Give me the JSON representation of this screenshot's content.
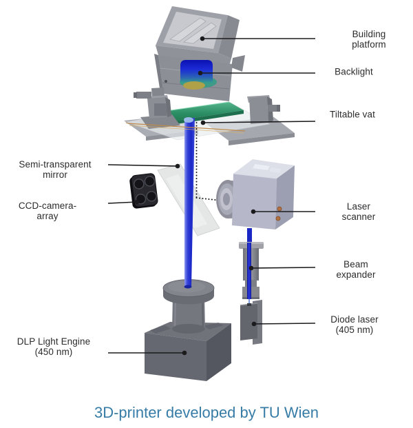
{
  "diagram": {
    "caption": "3D-printer developed by TU Wien",
    "labels": {
      "building_platform": {
        "text": "Building platform",
        "side": "right"
      },
      "backlight": {
        "text": "Backlight",
        "side": "right"
      },
      "tiltable_vat": {
        "text": "Tiltable vat",
        "side": "right"
      },
      "semi_transparent_mirror": {
        "text": "Semi-transparent\nmirror",
        "side": "left"
      },
      "ccd_camera_array": {
        "text": "CCD-camera-\narray",
        "side": "left"
      },
      "laser_scanner": {
        "text": "Laser scanner",
        "side": "right"
      },
      "beam_expander": {
        "text": "Beam\nexpander",
        "side": "right"
      },
      "diode_laser": {
        "text": "Diode laser\n(405 nm)",
        "side": "right"
      },
      "dlp_light_engine": {
        "text": "DLP Light Engine\n(450 nm)",
        "side": "left"
      }
    }
  },
  "colors": {
    "label_ink": "#2b2b2d",
    "leader_ink": "#1b1b1e",
    "caption_blue": "#377ca6",
    "beam_blue": "#2531cd",
    "backlight_glow": "#2f9e85",
    "backlight_yellow": "#b4a144",
    "scanner_lavender": "#b6b8ca",
    "ccd_black": "#28282e",
    "mirror_gray": "#e2e5e4",
    "machine_gray": "#8d8f97",
    "engine_gray": "#656771"
  }
}
